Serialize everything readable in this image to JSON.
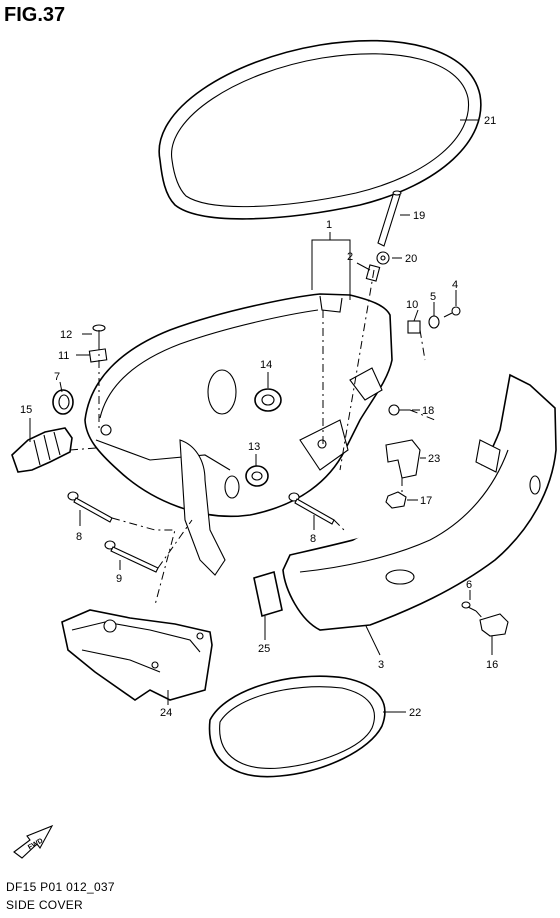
{
  "figure": {
    "title": "FIG.37",
    "code": "DF15 P01 012_037",
    "name": "SIDE COVER",
    "fwd_label": "FWD"
  },
  "callouts": [
    "1",
    "2",
    "3",
    "4",
    "5",
    "6",
    "7",
    "8",
    "8",
    "9",
    "10",
    "11",
    "12",
    "13",
    "14",
    "15",
    "16",
    "17",
    "18",
    "19",
    "20",
    "21",
    "22",
    "23",
    "24",
    "25"
  ]
}
